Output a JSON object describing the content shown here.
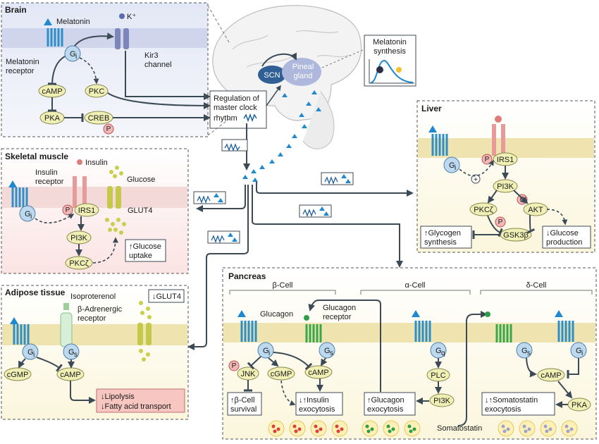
{
  "panels": {
    "brain": "Brain",
    "muscle": "Skeletal muscle",
    "adipose": "Adipose tissue",
    "liver": "Liver",
    "pancreas": "Pancreas"
  },
  "center": {
    "scn": "SCN",
    "pineal": [
      "Pineal",
      "gland"
    ],
    "synthesis": [
      "Melatonin",
      "synthesis"
    ],
    "regulation": [
      "Regulation of",
      "master clock",
      "rhythm"
    ]
  },
  "brain": {
    "melatonin": "Melatonin",
    "receptor": [
      "Melatonin",
      "receptor"
    ],
    "gi": "G",
    "gi_sub": "i",
    "k": "K⁺",
    "kir": [
      "Kir3",
      "channel"
    ],
    "camp": "cAMP",
    "pkc": "PKC",
    "pka": "PKA",
    "creb": "CREB",
    "p": "P"
  },
  "muscle": {
    "insulin": "Insulin",
    "insulin_receptor": [
      "Insulin",
      "receptor"
    ],
    "glucose": "Glucose",
    "glut4": "GLUT4",
    "gi": "G",
    "gi_sub": "i",
    "p": "P",
    "irs1": "IRS1",
    "pi3k": "PI3K",
    "pkcz": "PKCζ",
    "uptake": [
      "↑Glucose",
      "uptake"
    ]
  },
  "adipose": {
    "isoproterenol": "Isoproterenol",
    "beta_receptor": [
      "β-Adrenergic",
      "receptor"
    ],
    "glut4_down": "↓GLUT4",
    "gi": "G",
    "gi_sub": "i",
    "gs": "G",
    "gs_sub": "s",
    "cgmp": "cGMP",
    "camp": "cAMP",
    "outcome": [
      "↓Lipolysis",
      "↓Fatty acid transport"
    ]
  },
  "liver": {
    "gi": "G",
    "gi_sub": "i",
    "p": "P",
    "irs1": "IRS1",
    "plus": "+",
    "pi3k": "PI3K",
    "pkcz": "PKCζ",
    "akt": "AKT",
    "gsk": "GSK3β",
    "glycogen": [
      "↑Glycogen",
      "synthesis"
    ],
    "glucose_prod": [
      "↓Glucose",
      "production"
    ]
  },
  "pancreas": {
    "beta_cell": "β-Cell",
    "alpha_cell": "α-Cell",
    "delta_cell": "δ-Cell",
    "glucagon": "Glucagon",
    "glucagon_receptor": [
      "Glucagon",
      "receptor"
    ],
    "gi": "G",
    "gi_sub": "i",
    "gs": "G",
    "gs_sub": "s",
    "gq": "G",
    "gq_sub": "q",
    "p": "P",
    "jnk": "JNK",
    "cgmp": "cGMP",
    "camp": "cAMP",
    "plc": "PLC",
    "pi3k": "PI3K",
    "pka": "PKA",
    "survival": [
      "↑β-Cell",
      "survival"
    ],
    "insulin_exo": [
      "↓↑Insulin",
      "exocytosis"
    ],
    "glucagon_exo": [
      "↑Glucagon",
      "exocytosis"
    ],
    "somato_exo": [
      "↓↑Somatostatin",
      "exocytosis"
    ],
    "somatostatin": "Somatostatin"
  },
  "colors": {
    "receptor": "#2e8fc8",
    "melatonin": "#1e88d0",
    "membrane": "#e9e1b8",
    "brain_bg": "#e8ecf7",
    "outcome_red": "#f7c6c0",
    "granule_red": "#d9413a",
    "granule_green": "#2e9e48",
    "granule_grey": "#9da4c7"
  }
}
